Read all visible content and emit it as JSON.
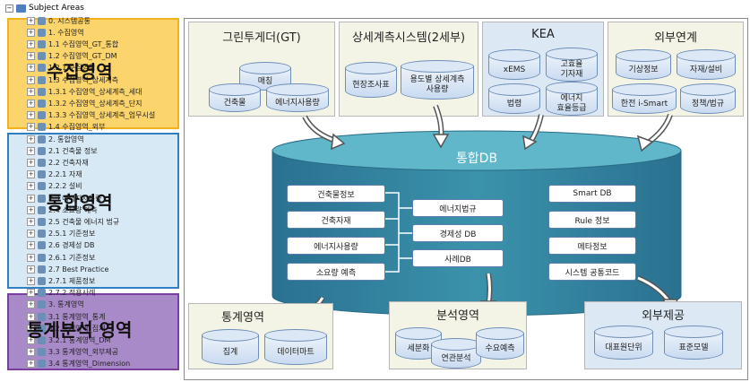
{
  "tree": {
    "root_label": "Subject Areas",
    "items": [
      "0. 시스템공통",
      "1. 수집영역",
      "1.1 수집영역_GT_통합",
      "1.2 수집영역_GT_DM",
      "1.2.1 수집영역",
      "1.3 수집영역_상세계측",
      "1.3.1 수집영역_상세계측_세대",
      "1.3.2 수집영역_상세계측_단지",
      "1.3.3 수집영역_상세계측_업무시설",
      "1.4 수집영역_외부",
      "2. 통합영역",
      "2.1 건축물 정보",
      "2.2 건축자재",
      "2.2.1 자재",
      "2.2.2 설비",
      "2.3 에너지사용량",
      "2.4 소요량 예측",
      "2.5 건축물 에너지 법규",
      "2.5.1 기준정보",
      "2.6 경제성 DB",
      "2.6.1 기준정보",
      "2.7 Best Practice",
      "2.7.1 제품정보",
      "2.7.2 적용사례",
      "3. 통계영역",
      "3.1 통계영역_통계",
      "3.2 통계영역_집계",
      "3.2.1 통계영역_DM",
      "3.3 통계영역_외부제공",
      "3.4 통계영역_Dimension"
    ],
    "bands": [
      {
        "label": "수집영역",
        "border": "#f2b21e",
        "fill": "#fcd46c"
      },
      {
        "label": "통합영역",
        "border": "#2f7fc2",
        "fill": "#d8e9f6"
      },
      {
        "label": "통계분석 영역",
        "border": "#7b3fa0",
        "fill": "#a98ac8"
      }
    ]
  },
  "panels": {
    "gt": {
      "title": "그린투게더(GT)",
      "items": [
        "매칭",
        "건축물",
        "에너지사용량"
      ]
    },
    "detail": {
      "title": "상세계측시스템(2세부)",
      "items": [
        "현장조사표",
        "용도별 상세계측\n사용량"
      ]
    },
    "kea": {
      "title": "KEA",
      "items": [
        "xEMS",
        "고효율\n기자재",
        "법령",
        "에너지\n효율등급"
      ]
    },
    "ext": {
      "title": "외부연계",
      "items": [
        "기상정보",
        "자재/설비",
        "한전 i-Smart",
        "정책/법규"
      ]
    },
    "stats": {
      "title": "통계영역",
      "items": [
        "집계",
        "데이터마트"
      ]
    },
    "analysis": {
      "title": "분석영역",
      "items": [
        "세분화",
        "연관분석",
        "수요예측"
      ]
    },
    "provide": {
      "title": "외부제공",
      "items": [
        "대표원단위",
        "표준모델"
      ]
    }
  },
  "integrated": {
    "title": "통합DB",
    "left_boxes": [
      "건축물정보",
      "건축자재",
      "에너지사용량",
      "소요량 예측"
    ],
    "mid_boxes": [
      "에너지법규",
      "경제성 DB",
      "사례DB"
    ],
    "right_boxes": [
      "Smart DB",
      "Rule 정보",
      "메타정보",
      "시스템 공통코드"
    ]
  },
  "colors": {
    "panel_fill": "#f4f4e6",
    "kea_fill": "#dce8f3",
    "provide_fill": "#dce8f3",
    "db_top": "#4ea6b8",
    "db_body": "#2f7f9b"
  }
}
